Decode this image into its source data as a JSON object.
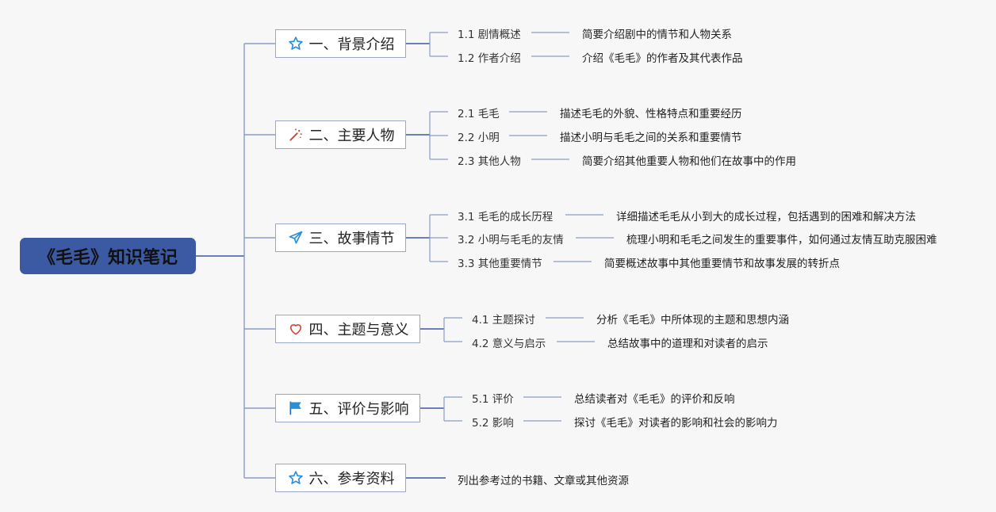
{
  "title": "《毛毛》知识笔记",
  "colors": {
    "root_bg": "#3b5aa3",
    "connector": "#3b5aa3",
    "branch_border": "#9aa8c6",
    "icon_blue": "#2b8fd6",
    "icon_red": "#d9443a"
  },
  "branches": [
    {
      "label": "一、背景介绍",
      "icon": "star-outline-icon",
      "items": [
        {
          "label": "1.1 剧情概述",
          "desc": "简要介绍剧中的情节和人物关系"
        },
        {
          "label": "1.2 作者介绍",
          "desc": "介绍《毛毛》的作者及其代表作品"
        }
      ]
    },
    {
      "label": "二、主要人物",
      "icon": "magic-wand-icon",
      "items": [
        {
          "label": "2.1 毛毛",
          "desc": "描述毛毛的外貌、性格特点和重要经历"
        },
        {
          "label": "2.2 小明",
          "desc": "描述小明与毛毛之间的关系和重要情节"
        },
        {
          "label": "2.3 其他人物",
          "desc": "简要介绍其他重要人物和他们在故事中的作用"
        }
      ]
    },
    {
      "label": "三、故事情节",
      "icon": "paper-plane-icon",
      "items": [
        {
          "label": "3.1 毛毛的成长历程",
          "desc": "详细描述毛毛从小到大的成长过程，包括遇到的困难和解决方法"
        },
        {
          "label": "3.2 小明与毛毛的友情",
          "desc": "梳理小明和毛毛之间发生的重要事件，如何通过友情互助克服困难"
        },
        {
          "label": "3.3 其他重要情节",
          "desc": "简要概述故事中其他重要情节和故事发展的转折点"
        }
      ]
    },
    {
      "label": "四、主题与意义",
      "icon": "heart-outline-icon",
      "items": [
        {
          "label": "4.1 主题探讨",
          "desc": "分析《毛毛》中所体现的主题和思想内涵"
        },
        {
          "label": "4.2 意义与启示",
          "desc": "总结故事中的道理和对读者的启示"
        }
      ]
    },
    {
      "label": "五、评价与影响",
      "icon": "flag-icon",
      "items": [
        {
          "label": "5.1 评价",
          "desc": "总结读者对《毛毛》的评价和反响"
        },
        {
          "label": "5.2 影响",
          "desc": "探讨《毛毛》对读者的影响和社会的影响力"
        }
      ]
    },
    {
      "label": "六、参考资料",
      "icon": "star-outline-icon",
      "items": [
        {
          "desc": "列出参考过的书籍、文章或其他资源"
        }
      ]
    }
  ]
}
